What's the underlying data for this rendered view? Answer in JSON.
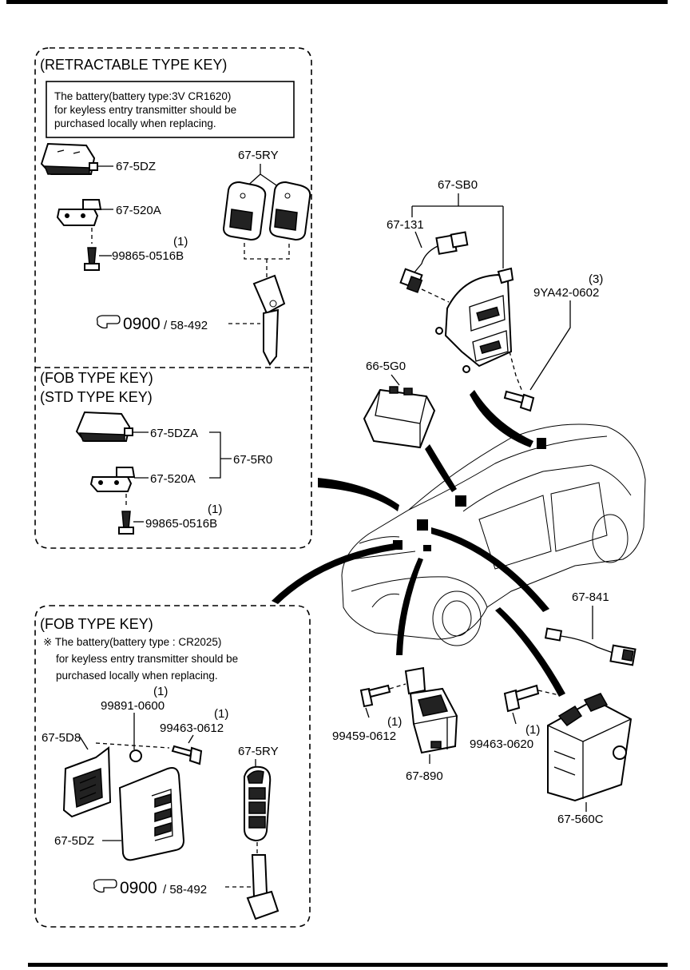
{
  "sections": {
    "retractable": "(RETRACTABLE TYPE KEY)",
    "fob": "(FOB TYPE KEY)",
    "std": "(STD TYPE KEY)",
    "fob2": "(FOB TYPE KEY)"
  },
  "notes": {
    "retractable": [
      "The battery(battery type:3V CR1620)",
      "for keyless entry transmitter should be",
      "purchased locally when replacing."
    ],
    "fob2": [
      "※ The battery(battery type : CR2025)",
      "for keyless entry transmitter should be",
      "purchased locally when replacing."
    ]
  },
  "refs": {
    "ref1_code": "0900",
    "ref1_page": "/ 58-492",
    "ref2_code": "0900",
    "ref2_page": "/ 58-492"
  },
  "parts": {
    "p_5dz_a": "67-5DZ",
    "p_520a_a": "67-520A",
    "p_bolt_a_qty": "(1)",
    "p_bolt_a": "99865-0516B",
    "p_5ry_a": "67-5RY",
    "p_5dza": "67-5DZA",
    "p_5r0": "67-5R0",
    "p_520a_b": "67-520A",
    "p_bolt_b_qty": "(1)",
    "p_bolt_b": "99865-0516B",
    "p_sb0": "67-SB0",
    "p_131": "67-131",
    "p_9ya_qty": "(3)",
    "p_9ya": "9YA42-0602",
    "p_5g0": "66-5G0",
    "p_841": "67-841",
    "p_99459_qty": "(1)",
    "p_99459": "99459-0612",
    "p_890": "67-890",
    "p_99463b_qty": "(1)",
    "p_99463b": "99463-0620",
    "p_560c": "67-560C",
    "p_99891_qty": "(1)",
    "p_99891": "99891-0600",
    "p_99463a_qty": "(1)",
    "p_99463a": "99463-0612",
    "p_5d8": "67-5D8",
    "p_5ry_b": "67-5RY",
    "p_5dz_b": "67-5DZ"
  },
  "icons": [
    "hand-pointer-icon"
  ]
}
